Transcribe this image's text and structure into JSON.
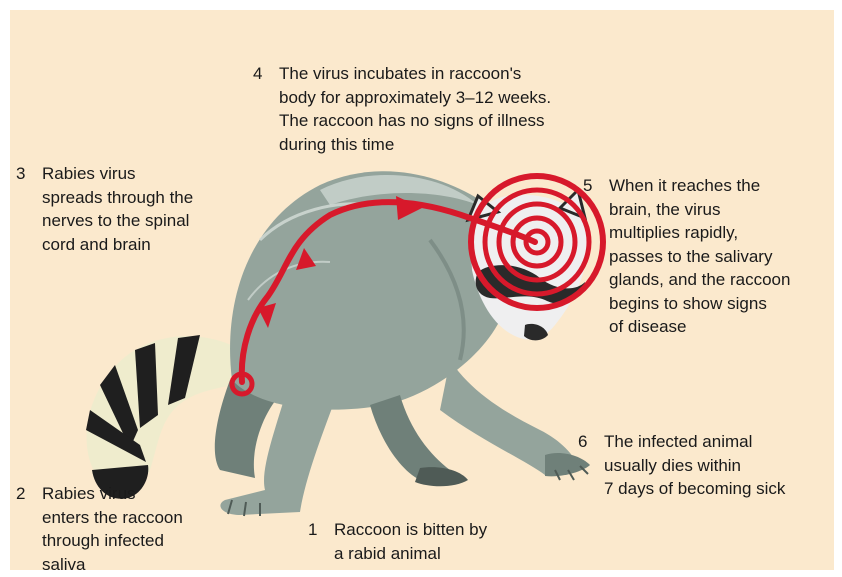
{
  "steps": [
    {
      "num": "1",
      "text": "Raccoon is bitten by\na rabid animal"
    },
    {
      "num": "2",
      "text": "Rabies virus\nenters the raccoon\nthrough infected\nsaliva"
    },
    {
      "num": "3",
      "text": "Rabies virus\nspreads through the\nnerves to the spinal\ncord and brain"
    },
    {
      "num": "4",
      "text": "The virus incubates in raccoon's\nbody for approximately 3–12 weeks.\nThe raccoon has no signs of illness\nduring this time"
    },
    {
      "num": "5",
      "text": "When it reaches the\nbrain, the virus\nmultiplies rapidly,\npasses to the salivary\nglands, and the raccoon\nbegins to show signs\nof disease"
    },
    {
      "num": "6",
      "text": "The infected animal\nusually dies within\n7 days of becoming sick"
    }
  ],
  "colors": {
    "panel": "#fbe9cd",
    "fur": "#94a49c",
    "fur_shadow": "#6f8079",
    "fur_highlight": "#d4ddd8",
    "mask": "#2a2a2a",
    "tail_light": "#efeccd",
    "tail_dark": "#1f1f1f",
    "virus_path": "#d7192b"
  },
  "icons": {
    "bite_point": "circle-marker",
    "brain_target": "concentric-rings"
  }
}
